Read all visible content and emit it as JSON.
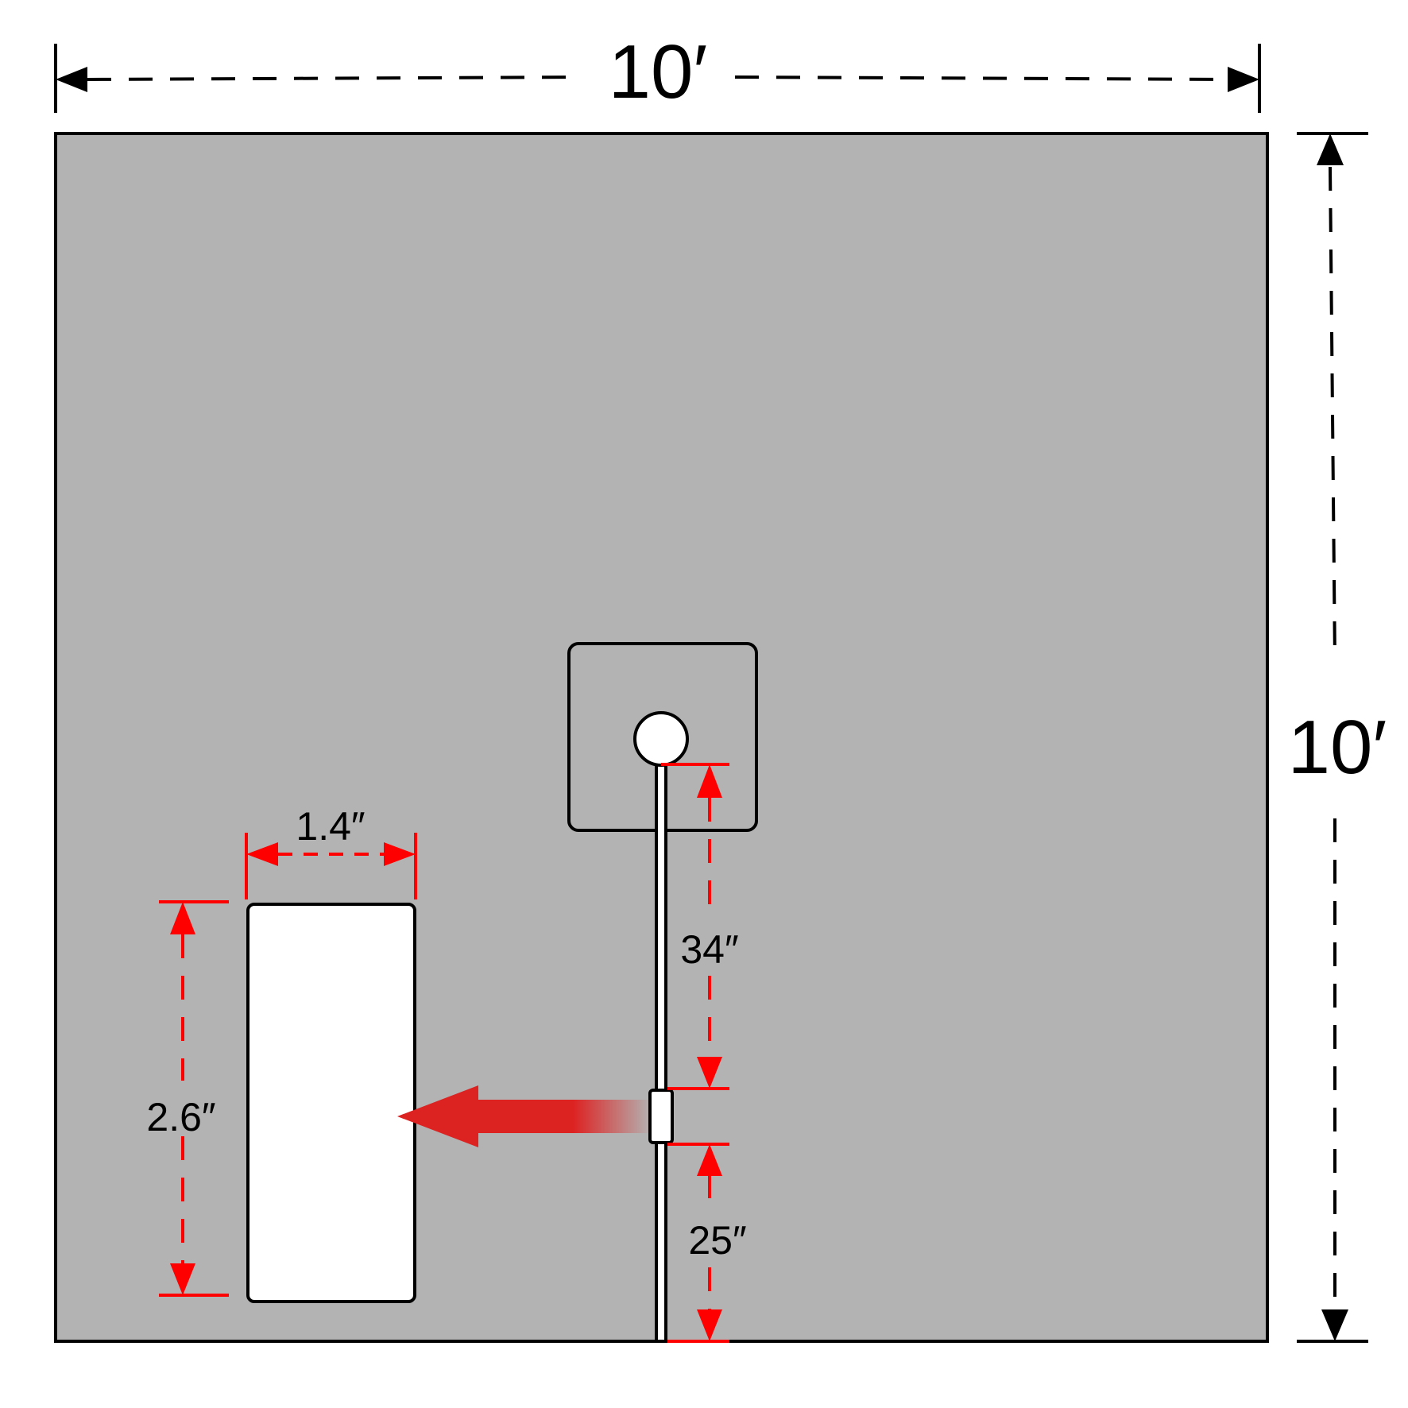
{
  "colors": {
    "background": "#ffffff",
    "panel": "#b3b3b3",
    "outline": "#000000",
    "dimension_black": "#000000",
    "dimension_red": "#ff0000",
    "arrow_red": "#dd2222",
    "white_part": "#ffffff"
  },
  "dimensions": {
    "width_label": "10′",
    "height_label": "10′",
    "rect_width_label": "1.4″",
    "rect_height_label": "2.6″",
    "upper_span_label": "34″",
    "lower_span_label": "25″"
  },
  "icons": {
    "movement_arrow": "left-arrow-icon",
    "pivot": "circle-icon"
  }
}
